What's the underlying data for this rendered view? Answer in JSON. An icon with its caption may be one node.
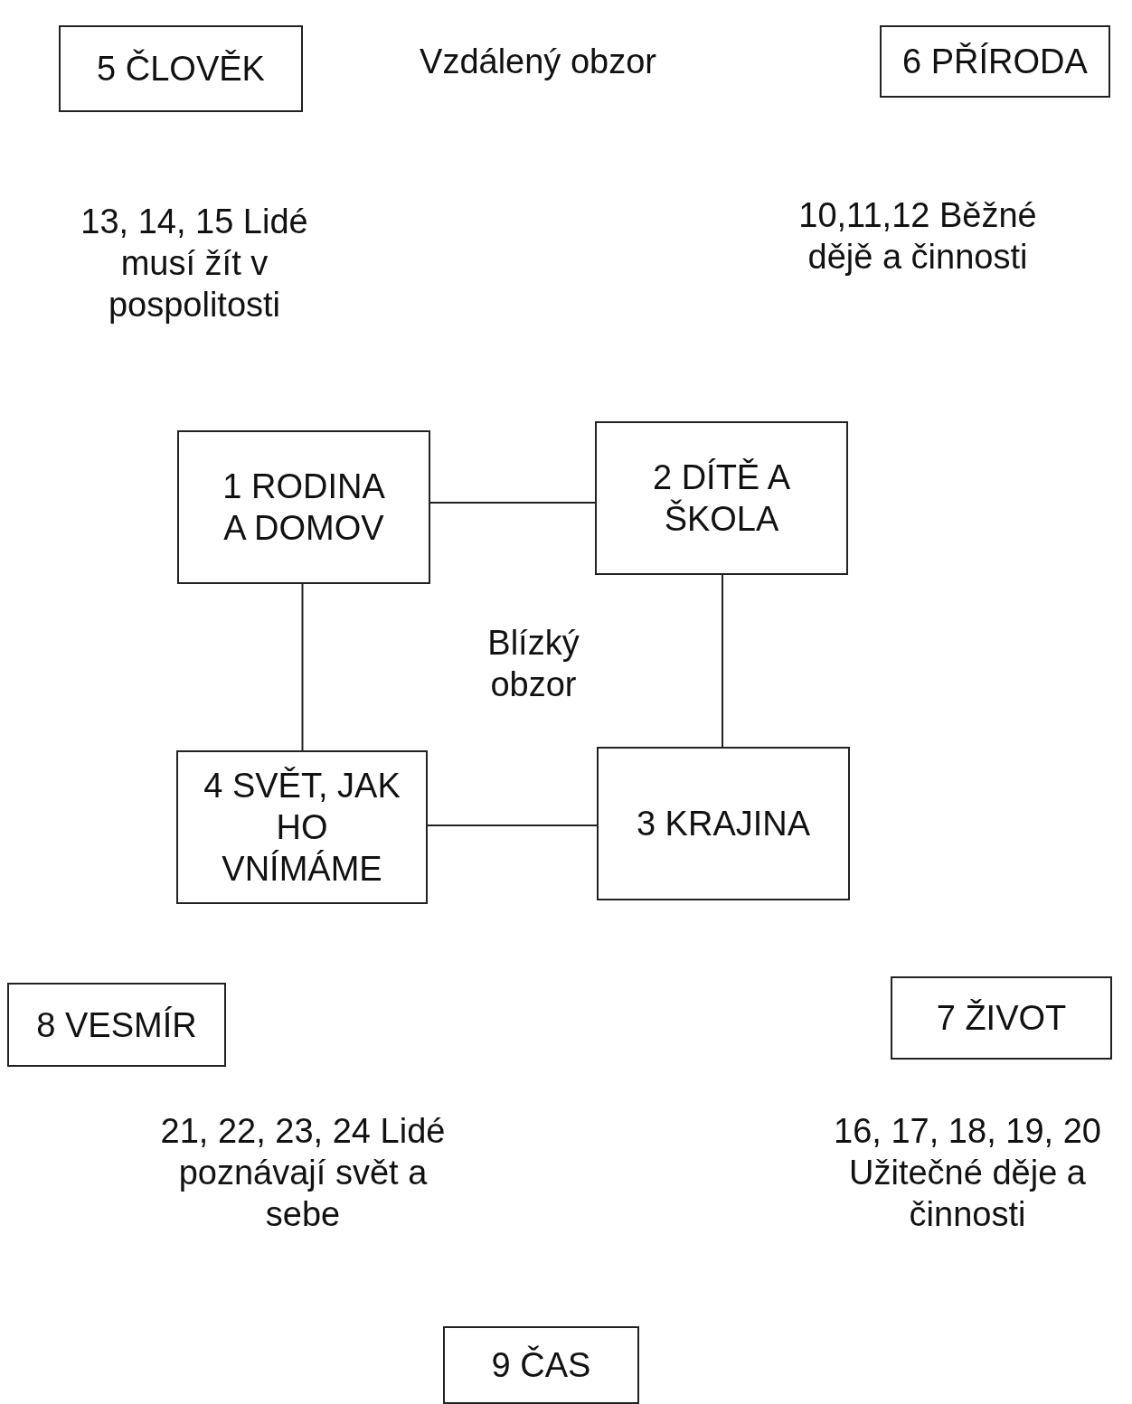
{
  "diagram": {
    "nodes": [
      {
        "text": [
          "5 ČLOVĚK"
        ]
      },
      {
        "text": [
          "6 PŘÍRODA"
        ]
      },
      {
        "text": [
          "1 RODINA A DOMOV"
        ]
      },
      {
        "text": [
          "2 DÍTĚ A ŠKOLA"
        ]
      },
      {
        "text": [
          "4 SVĚT, JAK HO VNÍMÁME"
        ]
      },
      {
        "text": [
          "3 KRAJINA"
        ]
      },
      {
        "text": [
          "8 VESMÍR"
        ]
      },
      {
        "text": [
          "7 ŽIVOT"
        ]
      },
      {
        "text": [
          "9 ČAS"
        ]
      }
    ],
    "edges": [
      {
        "from": 2,
        "to": 3,
        "arrow": "none"
      },
      {
        "from": 2,
        "to": 4,
        "arrow": "none"
      },
      {
        "from": 3,
        "to": 5,
        "arrow": "none"
      },
      {
        "from": 4,
        "to": 5,
        "arrow": "none"
      }
    ],
    "labels": [
      "Vzdálený obzor",
      "13, 14, 15 Lidé musí žít v pospolitosti",
      "10,11,12 Běžné dějě a činnosti",
      "Blízký obzor",
      "21, 22, 23, 24 Lidé poznávají svět a sebe",
      "16, 17, 18, 19, 20 Užitečné děje a činnosti"
    ]
  }
}
